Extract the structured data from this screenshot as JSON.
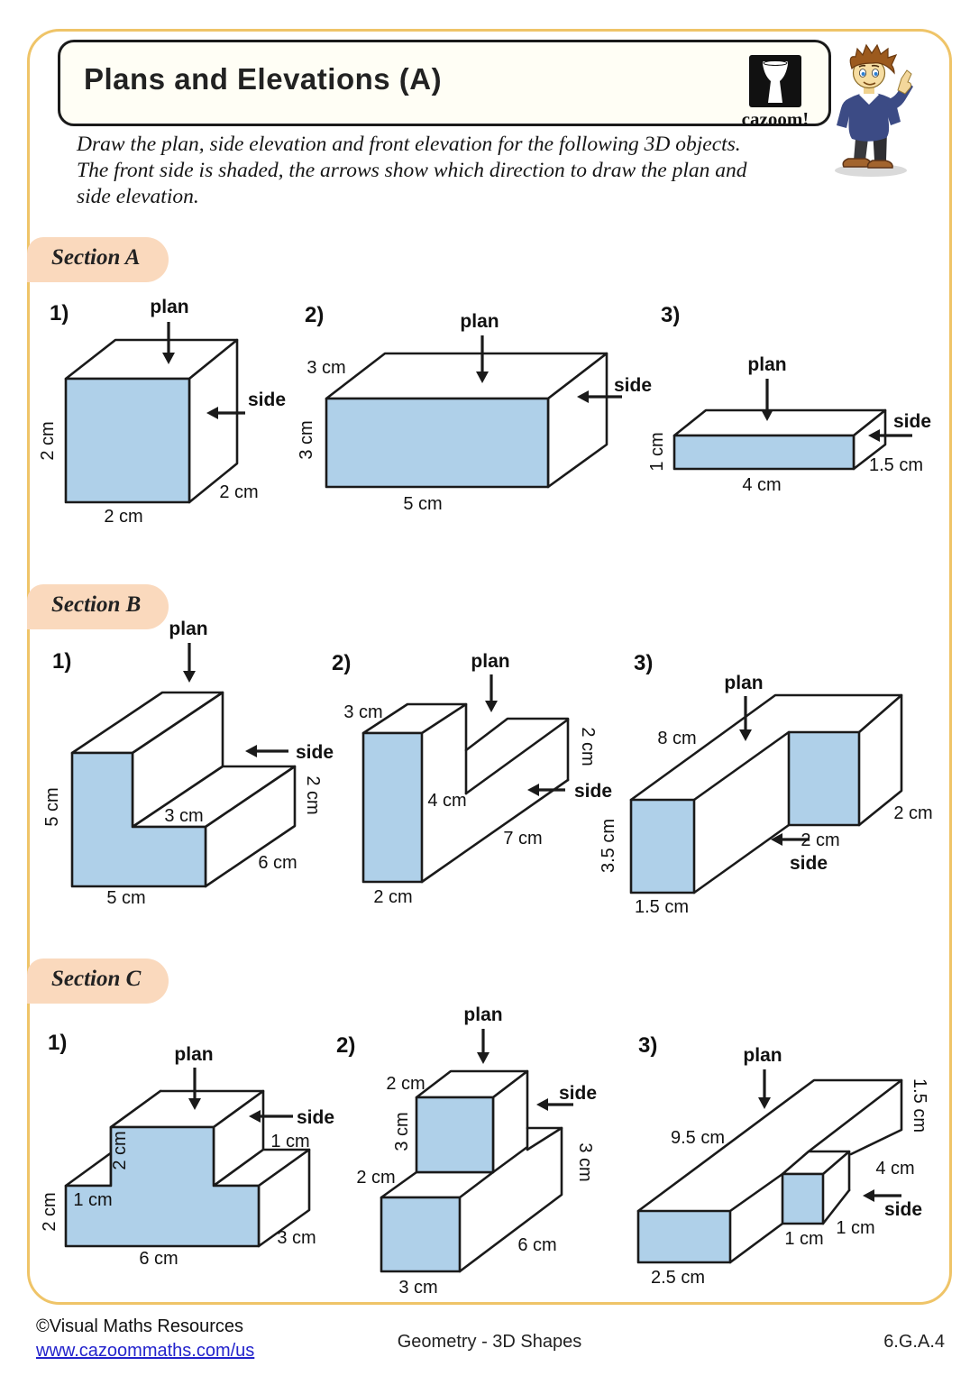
{
  "header": {
    "title": "Plans and Elevations (A)",
    "logo_text": "cazoom!"
  },
  "instructions": {
    "line1": "Draw the plan, side elevation and front elevation for the following 3D objects.",
    "line2": "The front side is shaded, the arrows show which direction to draw the plan and",
    "line3": "side elevation."
  },
  "labels": {
    "plan": "plan",
    "side": "side"
  },
  "sections": {
    "a": {
      "title": "Section A",
      "problems": [
        {
          "number": "1)",
          "dims": {
            "left": "2 cm",
            "bottom": "2 cm",
            "depth": "2 cm"
          }
        },
        {
          "number": "2)",
          "dims": {
            "top": "3 cm",
            "left": "3 cm",
            "bottom": "5 cm"
          }
        },
        {
          "number": "3)",
          "dims": {
            "left": "1 cm",
            "bottom": "4 cm",
            "depth": "1.5 cm"
          }
        }
      ]
    },
    "b": {
      "title": "Section B",
      "problems": [
        {
          "number": "1)",
          "dims": {
            "left": "5 cm",
            "step": "3 cm",
            "bottom": "5 cm",
            "depth": "6 cm",
            "right": "2 cm"
          }
        },
        {
          "number": "2)",
          "dims": {
            "top": "3 cm",
            "mid": "4 cm",
            "bottom": "2 cm",
            "depth": "7 cm",
            "right": "2 cm"
          }
        },
        {
          "number": "3)",
          "dims": {
            "top": "8 cm",
            "left": "3.5 cm",
            "bottom": "1.5 cm",
            "mid": "2 cm",
            "right": "2 cm"
          }
        }
      ]
    },
    "c": {
      "title": "Section C",
      "problems": [
        {
          "number": "1)",
          "dims": {
            "left": "2 cm",
            "upper": "2 cm",
            "inner": "1 cm",
            "right": "1 cm",
            "bottom": "6 cm",
            "depth": "3 cm"
          }
        },
        {
          "number": "2)",
          "dims": {
            "top": "2 cm",
            "upperleft": "3 cm",
            "midleft": "2 cm",
            "bottom": "3 cm",
            "depth": "6 cm",
            "right": "3 cm"
          }
        },
        {
          "number": "3)",
          "dims": {
            "top": "9.5 cm",
            "topright": "1.5 cm",
            "right": "4 cm",
            "boxright": "1 cm",
            "boxbottom": "1 cm",
            "bottom": "2.5 cm"
          }
        }
      ]
    }
  },
  "footer": {
    "copyright": "©Visual Maths Resources",
    "url": "www.cazoommaths.com/us",
    "center": "Geometry - 3D Shapes",
    "code": "6.G.A.4"
  },
  "colors": {
    "accent_border": "#EFC468",
    "badge_bg": "#FAD9BD",
    "shape_fill": "#AFD0E9",
    "link": "#2323CC"
  }
}
